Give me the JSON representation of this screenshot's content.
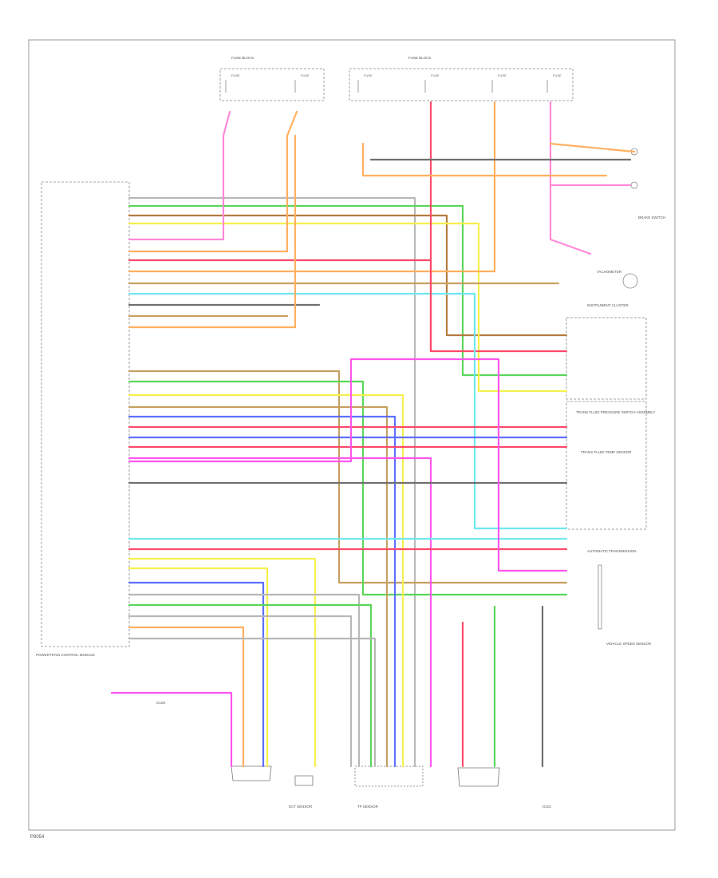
{
  "document": {
    "corner_id": "P8054"
  },
  "colors": {
    "frame": "#9a9a9a",
    "text": "#555555",
    "wire_red": "#ff4a6a",
    "wire_pink": "#ff8ad8",
    "wire_magenta": "#ff55ee",
    "wire_orange": "#ffb060",
    "wire_tan": "#c6a060",
    "wire_brown": "#b57a3e",
    "wire_yellow": "#f6f04c",
    "wire_green": "#5ad65a",
    "wire_lightgreen": "#7fe88a",
    "wire_cyan": "#6fe8ee",
    "wire_blue": "#5f6fff",
    "wire_gray": "#b8b8b8",
    "wire_black": "#707070"
  },
  "labels": {
    "pcm": "POWERTRAIN CONTROL MODULE",
    "instrument_cluster": "INSTRUMENT CLUSTER",
    "auto_trans": "AUTOMATIC TRANSMISSION",
    "vss": "VEHICLE SPEED SENSOR",
    "brake_switch": "BRAKE SWITCH",
    "tach": "TACHOMETER",
    "trans_fluid_pressure": "TRANS FLUID PRESSURE SWITCH ASSEMBLY",
    "trans_fluid_temp": "TRANS FLUID TEMP SENSOR",
    "ect_sensor": "ECT SENSOR",
    "tp_sensor": "TP SENSOR",
    "fuse_block": "FUSE BLOCK",
    "g100": "G100",
    "g101": "G101"
  }
}
